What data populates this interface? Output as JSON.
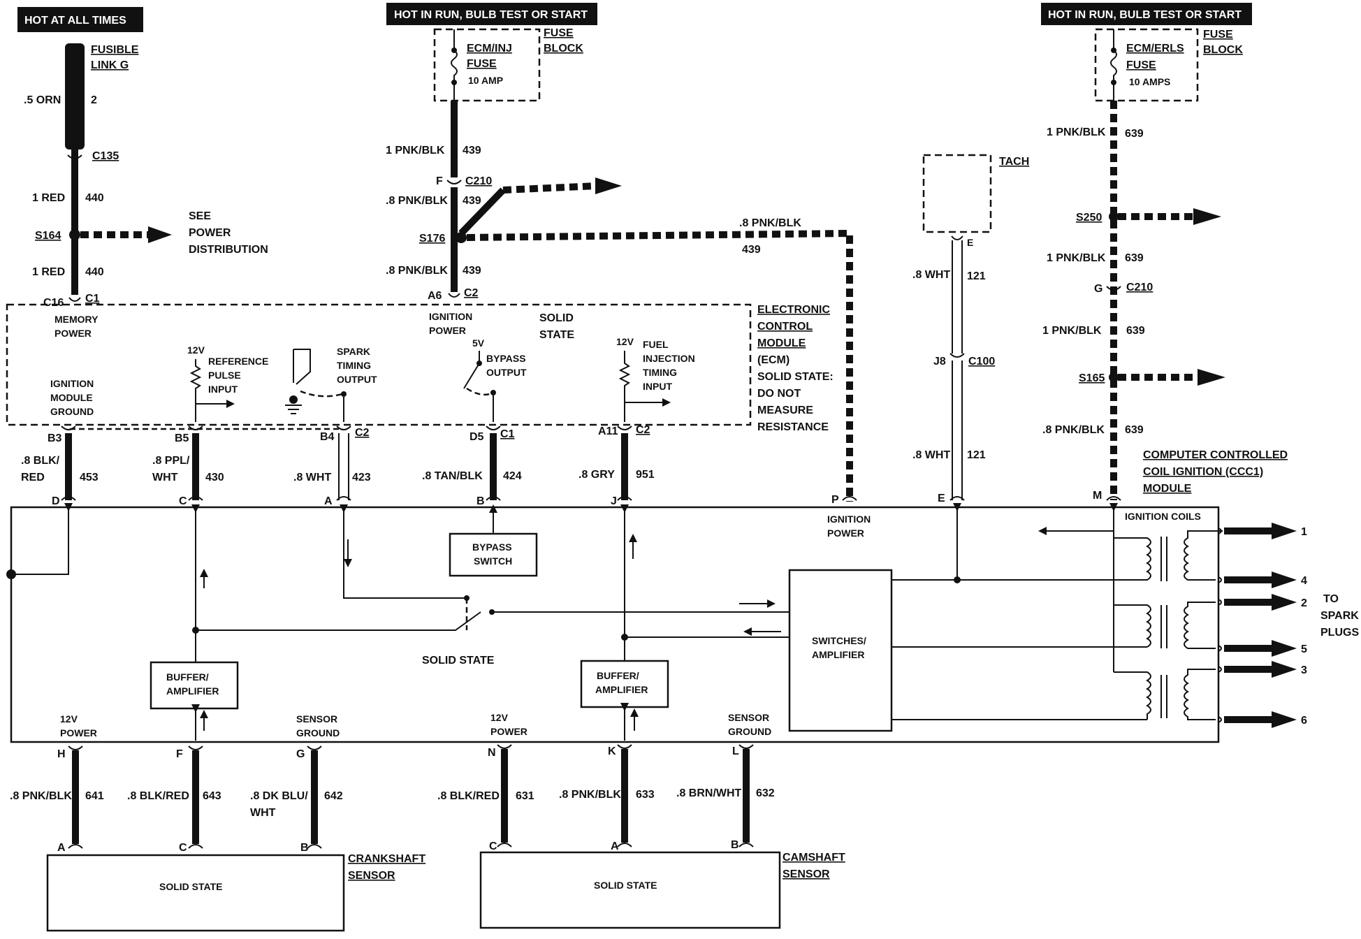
{
  "header_hot_always": "HOT AT ALL TIMES",
  "header_hot_run_1": "HOT IN RUN, BULB TEST OR START",
  "header_hot_run_2": "HOT IN RUN, BULB TEST OR START",
  "fusible_link_1": "FUSIBLE",
  "fusible_link_2": "LINK G",
  "orn_wire": ".5 ORN",
  "orn_num": "2",
  "c135": "C135",
  "red_wire_1": "1 RED",
  "red_num_1": "440",
  "s164": "S164",
  "see_1": "SEE",
  "see_2": "POWER",
  "see_3": "DISTRIBUTION",
  "red_wire_2": "1 RED",
  "red_num_2": "440",
  "c16": "C16",
  "c1_top": "C1",
  "fuse1_name_1": "ECM/INJ",
  "fuse1_name_2": "FUSE",
  "fuse1_amp": "10 AMP",
  "fuse_block1_1": "FUSE",
  "fuse_block1_2": "BLOCK",
  "w439_1_wire": "1 PNK/BLK",
  "w439_1_num": "439",
  "pin_f": "F",
  "c210_left": "C210",
  "w439_2_wire": ".8 PNK/BLK",
  "w439_2_num": "439",
  "s176": "S176",
  "w439_3_wire": ".8 PNK/BLK",
  "w439_3_num": "439",
  "a6": "A6",
  "c2_top": "C2",
  "w439_4_wire": ".8 PNK/BLK",
  "w439_4_num": "439",
  "tach": "TACH",
  "pin_e_tach": "E",
  "w121_1_wire": ".8 WHT",
  "w121_1_num": "121",
  "j8": "J8",
  "c100": "C100",
  "w121_2_wire": ".8 WHT",
  "w121_2_num": "121",
  "fuse2_name_1": "ECM/ERLS",
  "fuse2_name_2": "FUSE",
  "fuse2_amp": "10 AMPS",
  "fuse_block2_1": "FUSE",
  "fuse_block2_2": "BLOCK",
  "w639_1_wire": "1 PNK/BLK",
  "w639_1_num": "639",
  "s250": "S250",
  "w639_2_wire": "1 PNK/BLK",
  "w639_2_num": "639",
  "pin_g_right": "G",
  "c210_right": "C210",
  "w639_3_wire": "1 PNK/BLK",
  "w639_3_num": "639",
  "s165": "S165",
  "w639_4_wire": ".8 PNK/BLK",
  "w639_4_num": "639",
  "ccc_1": "COMPUTER CONTROLLED",
  "ccc_2": "COIL IGNITION (CCC1)",
  "ccc_3": "MODULE",
  "ecm_1": "ELECTRONIC",
  "ecm_2": "CONTROL",
  "ecm_3": "MODULE",
  "ecm_4": "(ECM)",
  "ecm_5": "SOLID STATE:",
  "ecm_6": "DO NOT",
  "ecm_7": "MEASURE",
  "ecm_8": "RESISTANCE",
  "mem_power_1": "MEMORY",
  "mem_power_2": "POWER",
  "ign_power_1": "IGNITION",
  "ign_power_2": "POWER",
  "solid_state_ecm_1": "SOLID",
  "solid_state_ecm_2": "STATE",
  "ign_mod_gnd_1": "IGNITION",
  "ign_mod_gnd_2": "MODULE",
  "ign_mod_gnd_3": "GROUND",
  "v12_ref": "12V",
  "ref_1": "REFERENCE",
  "ref_2": "PULSE",
  "ref_3": "INPUT",
  "spark_1": "SPARK",
  "spark_2": "TIMING",
  "spark_3": "OUTPUT",
  "v5_bypass": "5V",
  "bypass_out_1": "BYPASS",
  "bypass_out_2": "OUTPUT",
  "v12_fuel": "12V",
  "fuel_1": "FUEL",
  "fuel_2": "INJECTION",
  "fuel_3": "TIMING",
  "fuel_4": "INPUT",
  "b3": "B3",
  "b5": "B5",
  "b4": "B4",
  "c2_b4": "C2",
  "d5": "D5",
  "c1_d5": "C1",
  "a11": "A11",
  "c2_a11": "C2",
  "w453_wire_1": ".8 BLK/",
  "w453_wire_2": "RED",
  "w453_num": "453",
  "w430_wire_1": ".8 PPL/",
  "w430_wire_2": "WHT",
  "w430_num": "430",
  "w423_wire": ".8 WHT",
  "w423_num": "423",
  "w424_wire": ".8 TAN/BLK",
  "w424_num": "424",
  "w951_wire": ".8 GRY",
  "w951_num": "951",
  "pin_d": "D",
  "pin_c": "C",
  "pin_a": "A",
  "pin_b": "B",
  "pin_j": "J",
  "pin_p": "P",
  "pin_e_ccc": "E",
  "pin_m": "M",
  "ign_power_ccc_1": "IGNITION",
  "ign_power_ccc_2": "POWER",
  "ignition_coils": "IGNITION COILS",
  "bypass_switch_1": "BYPASS",
  "bypass_switch_2": "SWITCH",
  "switches_1": "SWITCHES/",
  "switches_2": "AMPLIFIER",
  "solid_state_ccc": "SOLID STATE",
  "buffer1_1": "BUFFER/",
  "buffer1_2": "AMPLIFIER",
  "buffer2_1": "BUFFER/",
  "buffer2_2": "AMPLIFIER",
  "v12_power_1a": "12V",
  "v12_power_1b": "POWER",
  "sensor_gnd_1a": "SENSOR",
  "sensor_gnd_1b": "GROUND",
  "v12_power_2a": "12V",
  "v12_power_2b": "POWER",
  "sensor_gnd_2a": "SENSOR",
  "sensor_gnd_2b": "GROUND",
  "spark_1_num": "1",
  "spark_4_num": "4",
  "spark_2_num": "2",
  "spark_5_num": "5",
  "spark_3_num": "3",
  "spark_6_num": "6",
  "to_spark_1": "TO",
  "to_spark_2": "SPARK",
  "to_spark_3": "PLUGS",
  "pin_h": "H",
  "pin_f_bot": "F",
  "pin_g_bot": "G",
  "pin_n": "N",
  "pin_k": "K",
  "pin_l": "L",
  "w641_wire": ".8 PNK/BLK",
  "w641_num": "641",
  "w643_wire": ".8 BLK/RED",
  "w643_num": "643",
  "w642_wire_1": ".8 DK BLU/",
  "w642_wire_2": "WHT",
  "w642_num": "642",
  "w631_wire": ".8 BLK/RED",
  "w631_num": "631",
  "w633_wire": ".8 PNK/BLK",
  "w633_num": "633",
  "w632_wire": ".8 BRN/WHT",
  "w632_num": "632",
  "pin_a_crank": "A",
  "pin_c_crank": "C",
  "pin_b_crank": "B",
  "pin_c_cam": "C",
  "pin_a_cam": "A",
  "pin_b_cam": "B",
  "crank_solid": "SOLID STATE",
  "crank_label_1": "CRANKSHAFT",
  "crank_label_2": "SENSOR",
  "cam_solid": "SOLID STATE",
  "cam_label_1": "CAMSHAFT",
  "cam_label_2": "SENSOR"
}
